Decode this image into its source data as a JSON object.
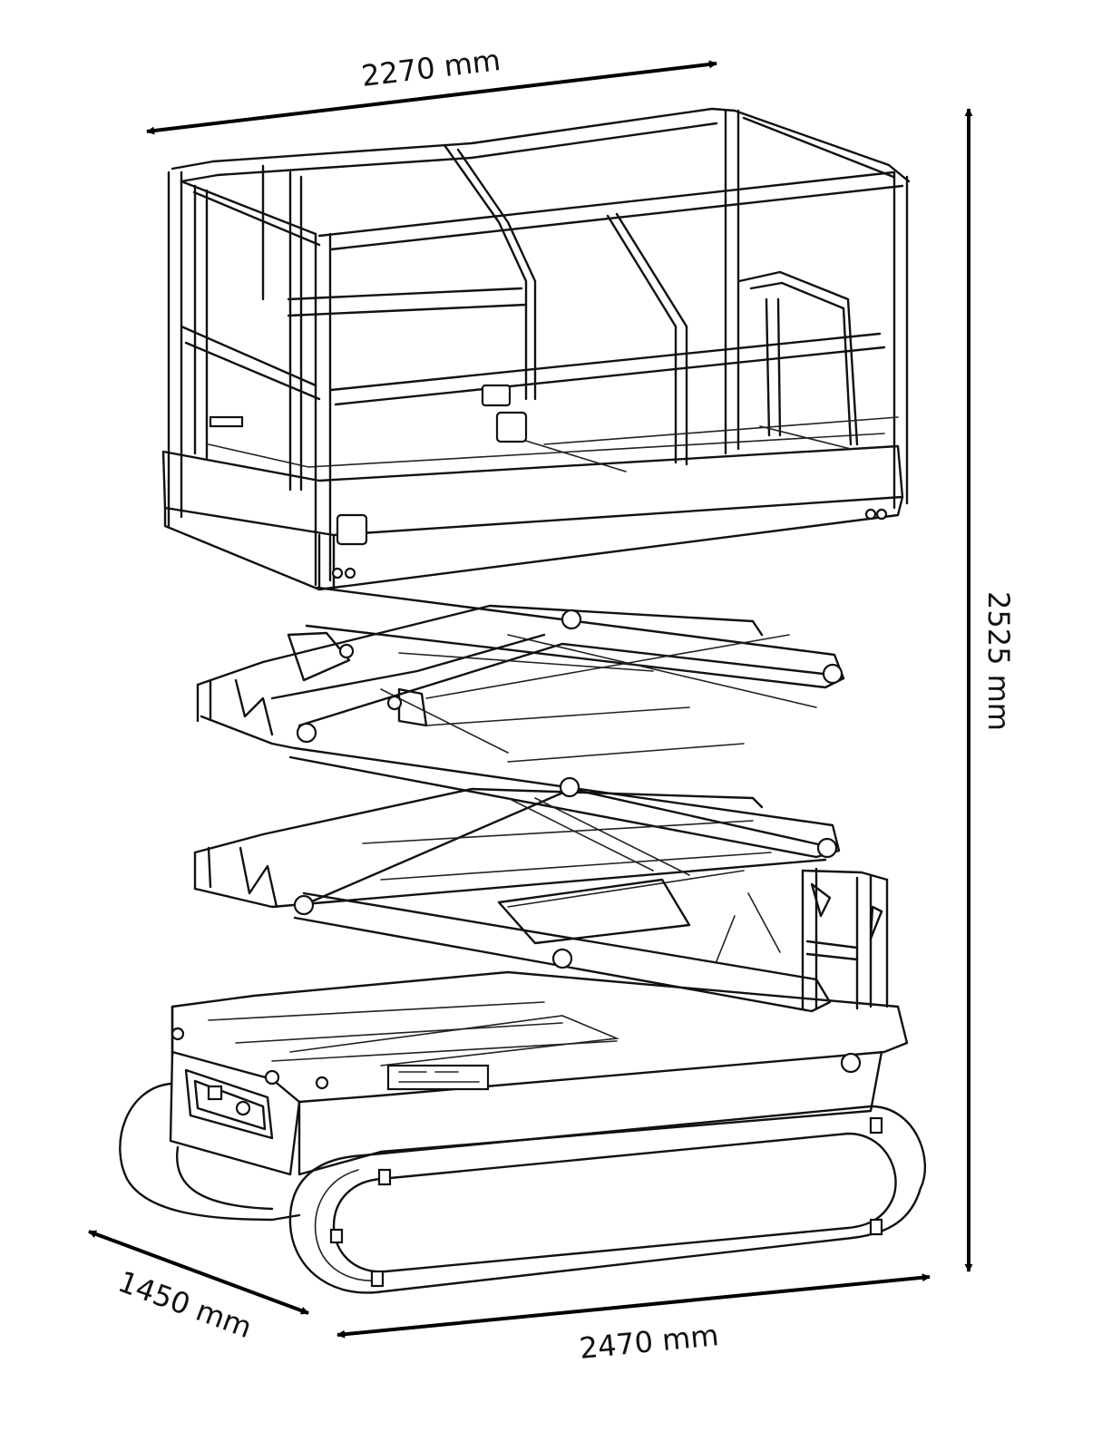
{
  "dimensions": {
    "platform_length": "2270 mm",
    "stowed_height": "2525 mm",
    "overall_width": "1450 mm",
    "overall_length": "2470 mm"
  },
  "colors": {
    "line": "#111111",
    "background": "#ffffff"
  }
}
